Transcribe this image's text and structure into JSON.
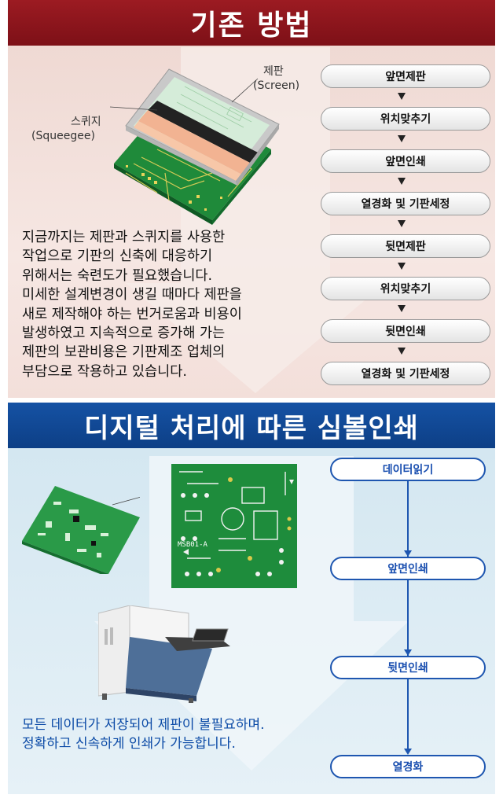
{
  "section1": {
    "title": "기존 방법",
    "label_screen_ko": "제판",
    "label_screen_en": "(Screen)",
    "label_squeegee_ko": "스퀴지",
    "label_squeegee_en": "(Squeegee)",
    "description": "지금까지는 제판과 스퀴지를 사용한\n작업으로 기판의 신축에 대응하기\n위해서는 숙련도가 필요했습니다.\n미세한 설계변경이 생길 때마다 제판을\n새로 제작해야 하는 번거로움과 비용이\n발생하였고 지속적으로 증가해 가는\n제판의 보관비용은 기판제조 업체의\n부담으로 작용하고 있습니다.",
    "steps": [
      "앞면제판",
      "위치맞추기",
      "앞면인쇄",
      "열경화 및 기판세정",
      "뒷면제판",
      "위치맞추기",
      "뒷면인쇄",
      "열경화 및 기판세정"
    ]
  },
  "section2": {
    "title": "디지털 처리에 따른 심볼인쇄",
    "pcb_label": "MSB01-A",
    "description": "모든 데이터가 저장되어 제판이 불필요하며.\n정확하고 신속하게 인쇄가 가능합니다.",
    "steps": [
      "데이터읽기",
      "앞면인쇄",
      "뒷면인쇄",
      "열경화"
    ]
  },
  "colors": {
    "header_red": "#8b151c",
    "header_blue": "#0f4690",
    "pcb_green": "#1f8a3a",
    "flow_blue": "#1e56b0"
  }
}
